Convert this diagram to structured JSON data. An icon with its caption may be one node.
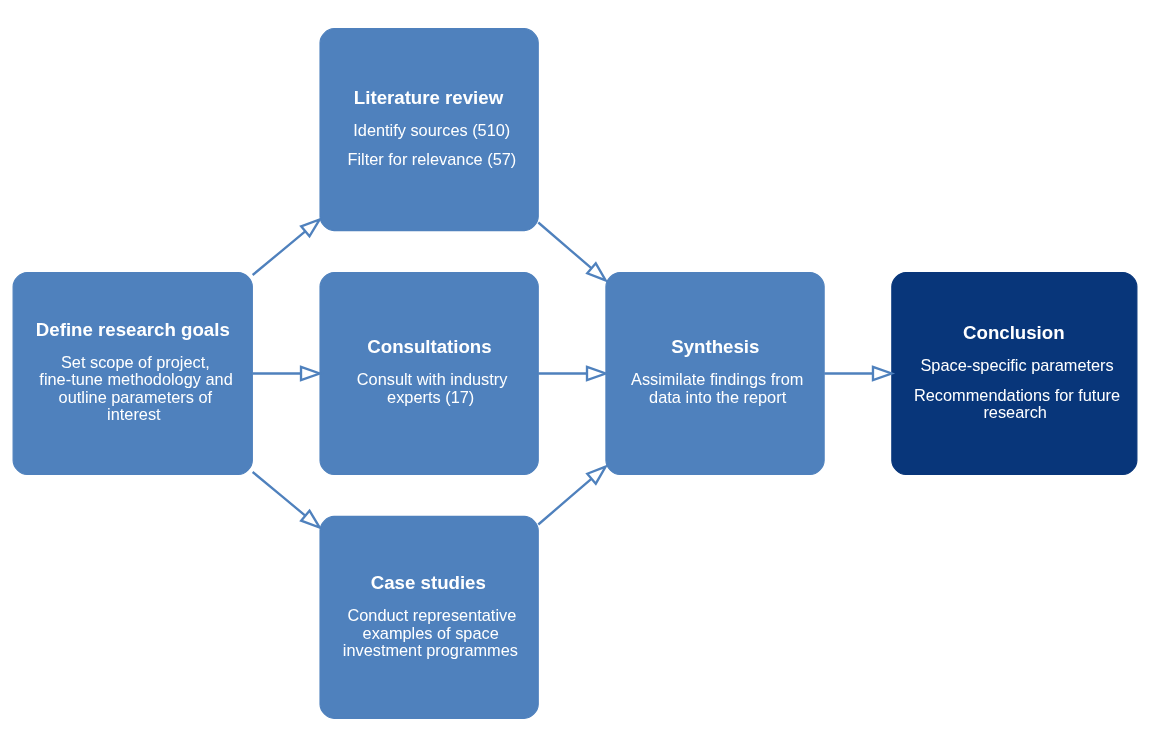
{
  "diagram": {
    "nodes": [
      {
        "text": [
          "Define research goals",
          "Set scope of project, fine-tune methodology and outline parameters of interest"
        ]
      },
      {
        "text": [
          "Literature review",
          "Identify sources (510)",
          "Filter for relevance (57)"
        ]
      },
      {
        "text": [
          "Consultations",
          "Consult with industry experts (17)"
        ]
      },
      {
        "text": [
          "Case studies",
          "Conduct representative examples of space investment programmes"
        ]
      },
      {
        "text": [
          "Synthesis",
          "Assimilate findings from data into the report"
        ]
      },
      {
        "text": [
          "Conclusion",
          "Space-specific parameters",
          "Recommendations for future research"
        ]
      }
    ],
    "edges": [
      {
        "from": 0,
        "to": 1,
        "arrow": "to"
      },
      {
        "from": 0,
        "to": 2,
        "arrow": "to"
      },
      {
        "from": 0,
        "to": 3,
        "arrow": "to"
      },
      {
        "from": 1,
        "to": 4,
        "arrow": "to"
      },
      {
        "from": 2,
        "to": 4,
        "arrow": "to"
      },
      {
        "from": 3,
        "to": 4,
        "arrow": "to"
      },
      {
        "from": 4,
        "to": 5,
        "arrow": "to"
      }
    ]
  }
}
